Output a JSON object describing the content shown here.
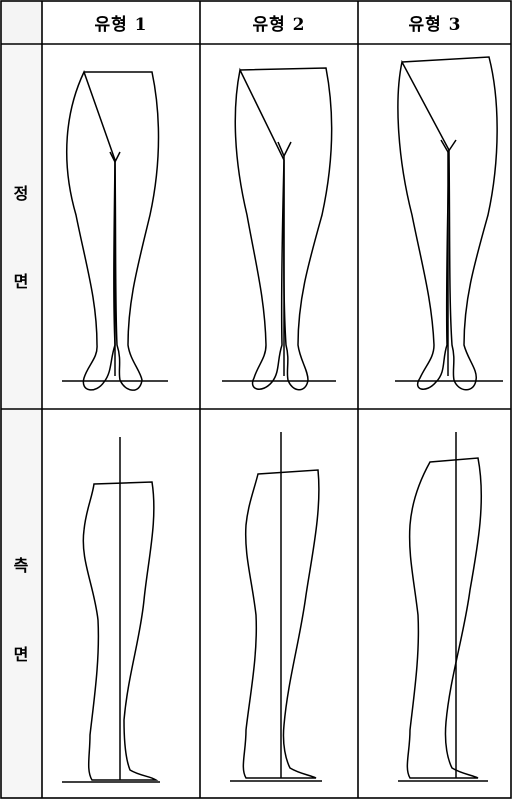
{
  "table": {
    "columns": [
      "유형 1",
      "유형 2",
      "유형 3"
    ],
    "rows": [
      {
        "label_top": "정",
        "label_bottom": "면"
      },
      {
        "label_top": "측",
        "label_bottom": "면"
      }
    ]
  }
}
